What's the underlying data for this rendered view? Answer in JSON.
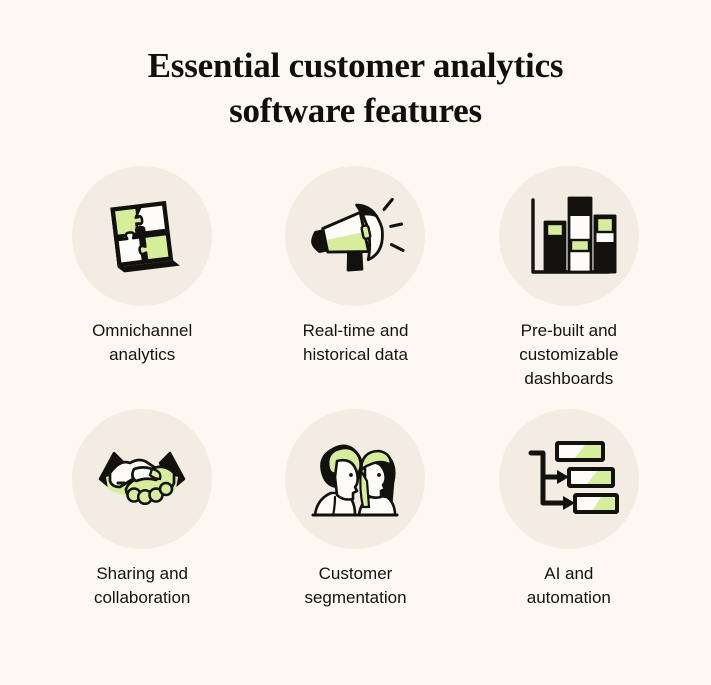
{
  "page": {
    "background_color": "#FDF8F1",
    "badge_color": "#F2ECE3",
    "accent_green": "#D6EE9B",
    "ink_color": "#12110E"
  },
  "header": {
    "title_line_1": "Essential customer analytics",
    "title_line_2": "software features"
  },
  "features": [
    {
      "icon": "puzzle-icon",
      "label_line_1": "Omnichannel",
      "label_line_2": "analytics",
      "label_line_3": ""
    },
    {
      "icon": "megaphone-icon",
      "label_line_1": "Real-time and",
      "label_line_2": "historical data",
      "label_line_3": ""
    },
    {
      "icon": "bar-chart-icon",
      "label_line_1": "Pre-built and",
      "label_line_2": "customizable",
      "label_line_3": "dashboards"
    },
    {
      "icon": "handshake-icon",
      "label_line_1": "Sharing and",
      "label_line_2": "collaboration",
      "label_line_3": ""
    },
    {
      "icon": "two-people-profile-icon",
      "label_line_1": "Customer",
      "label_line_2": "segmentation",
      "label_line_3": ""
    },
    {
      "icon": "workflow-automation-icon",
      "label_line_1": "AI and",
      "label_line_2": "automation",
      "label_line_3": ""
    }
  ]
}
